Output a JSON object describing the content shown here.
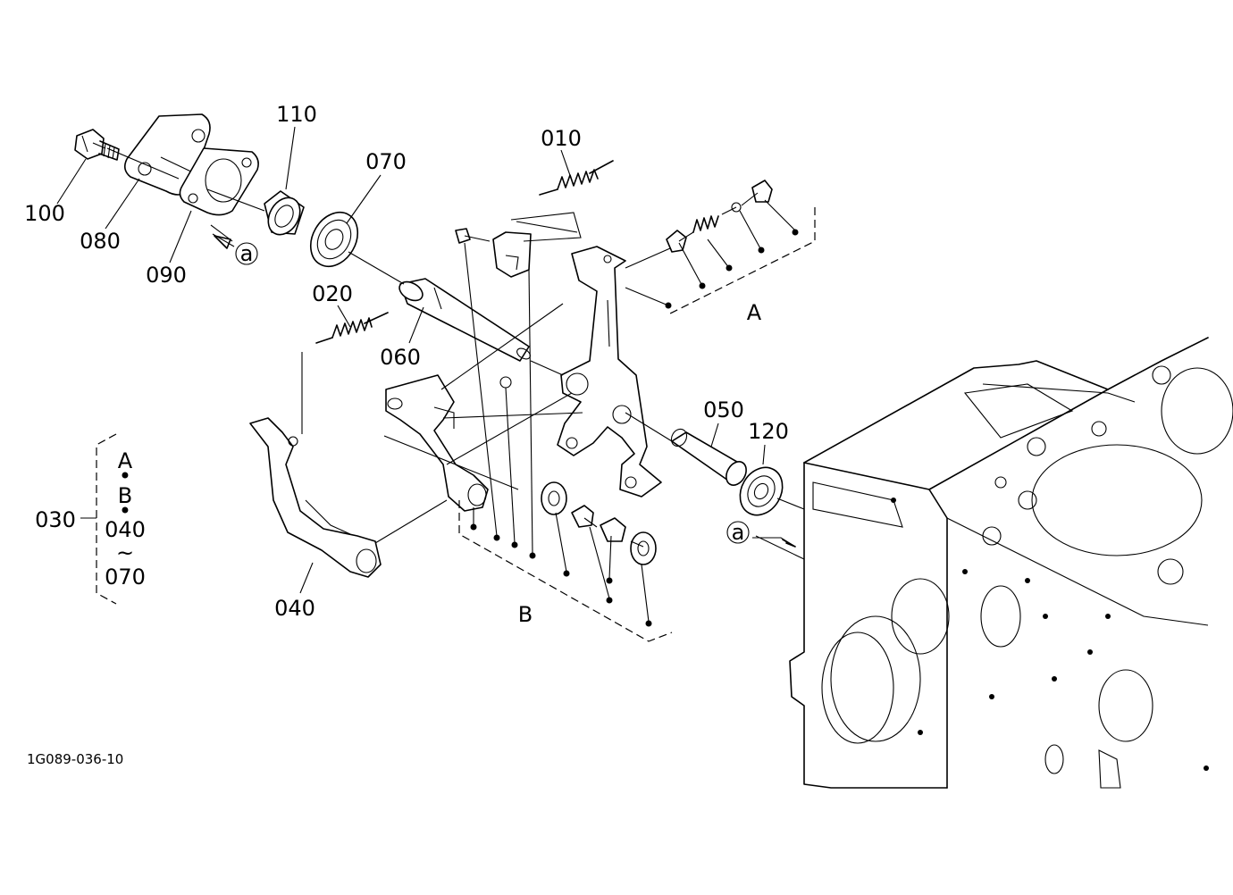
{
  "diagram_id": "1G089-036-10",
  "parts": {
    "p010": "010",
    "p020": "020",
    "p040": "040",
    "p050": "050",
    "p060": "060",
    "p070": "070",
    "p080": "080",
    "p090": "090",
    "p100": "100",
    "p110": "110",
    "p120": "120"
  },
  "assembly": {
    "number": "030",
    "line_a": "A",
    "bullet1": "•",
    "line_b": "B",
    "bullet2": "•",
    "line_from": "040",
    "tilde": "~",
    "line_to": "070"
  },
  "groups": {
    "group_a": "A",
    "group_b": "B"
  },
  "references": {
    "ref_top": "a",
    "ref_bottom": "a"
  }
}
